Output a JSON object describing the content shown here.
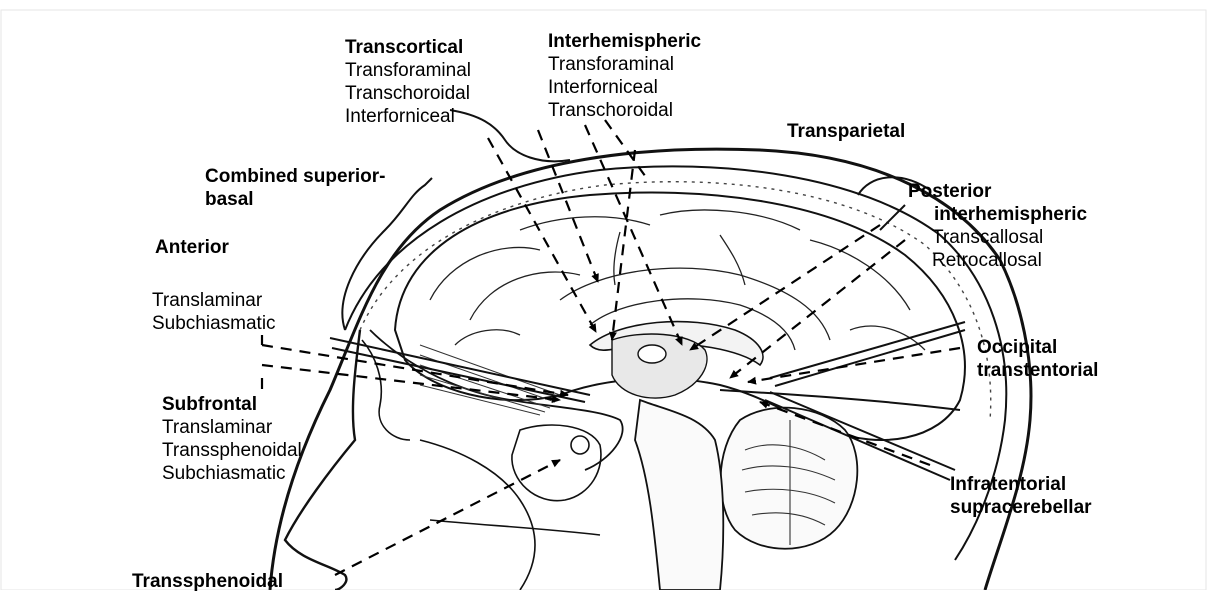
{
  "labels": {
    "transcortical": {
      "title": "Transcortical",
      "items": [
        "Transforaminal",
        "Transchoroidal",
        "Interforniceal"
      ]
    },
    "interhemispheric": {
      "title": "Interhemispheric",
      "items": [
        "Transforaminal",
        "Interforniceal",
        "Transchoroidal"
      ]
    },
    "transparietal": "Transparietal",
    "combined": {
      "line1": "Combined superior-",
      "line2": "basal"
    },
    "posterior": {
      "line1": "Posterior",
      "line2": "interhemispheric",
      "items": [
        "Transcallosal",
        "Retrocallosal"
      ]
    },
    "anterior": {
      "title": "Anterior",
      "items": [
        "Translaminar",
        "Subchiasmatic"
      ]
    },
    "occipital": {
      "line1": "Occipital",
      "line2": "transtentorial"
    },
    "subfrontal": {
      "title": "Subfrontal",
      "items": [
        "Translaminar",
        "Transsphenoidal",
        "Subchiasmatic"
      ]
    },
    "infratentorial": {
      "line1": "Infratentorial",
      "line2": "supracerebellar"
    },
    "transsphenoidal": "Transsphenoidal"
  }
}
